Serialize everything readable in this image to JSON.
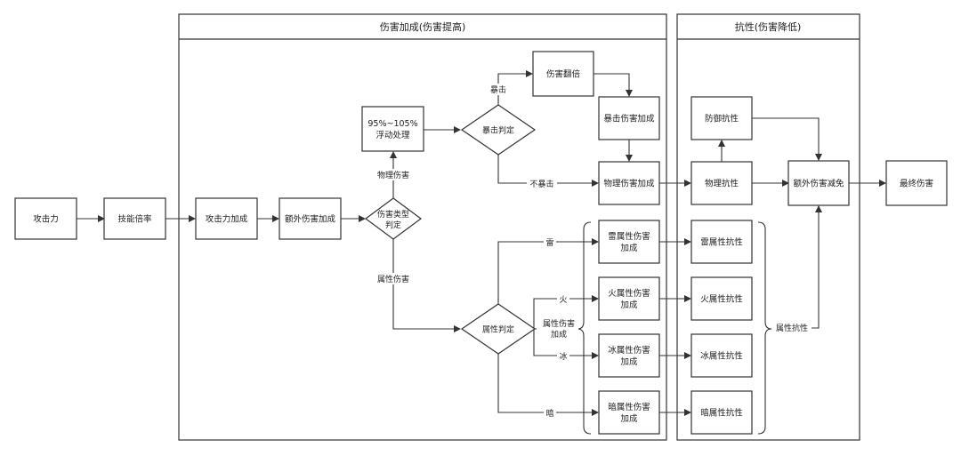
{
  "groups": {
    "damage_bonus": "伤害加成(伤害提高)",
    "resistance": "抗性(伤害降低)"
  },
  "nodes": {
    "attack": "攻击力",
    "skill_multiplier": "技能倍率",
    "attack_bonus": "攻击力加成",
    "extra_damage_bonus": "额外伤害加成",
    "damage_type_line1": "伤害类型",
    "damage_type_line2": "判定",
    "float_line1": "95%~105%",
    "float_line2": "浮动处理",
    "crit_judge": "暴击判定",
    "damage_double": "伤害翻倍",
    "crit_damage_bonus": "暴击伤害加成",
    "physical_damage_bonus": "物理伤害加成",
    "attribute_judge": "属性判定",
    "thunder_bonus_line1": "雷属性伤害",
    "thunder_bonus_line2": "加成",
    "fire_bonus_line1": "火属性伤害",
    "fire_bonus_line2": "加成",
    "ice_bonus_line1": "冰属性伤害",
    "ice_bonus_line2": "加成",
    "dark_bonus_line1": "暗属性伤害",
    "dark_bonus_line2": "加成",
    "defense_resistance": "防御抗性",
    "physical_resistance": "物理抗性",
    "thunder_resistance": "雷属性抗性",
    "fire_resistance": "火属性抗性",
    "ice_resistance": "冰属性抗性",
    "dark_resistance": "暗属性抗性",
    "extra_damage_reduction": "额外伤害减免",
    "final_damage": "最终伤害"
  },
  "edge_labels": {
    "physical_damage": "物理伤害",
    "attribute_damage": "属性伤害",
    "crit": "暴击",
    "no_crit": "不暴击",
    "thunder": "雷",
    "fire": "火",
    "ice": "冰",
    "dark": "暗"
  },
  "brace_labels": {
    "attribute_bonus_line1": "属性伤害",
    "attribute_bonus_line2": "加成",
    "attribute_resistance": "属性抗性"
  }
}
